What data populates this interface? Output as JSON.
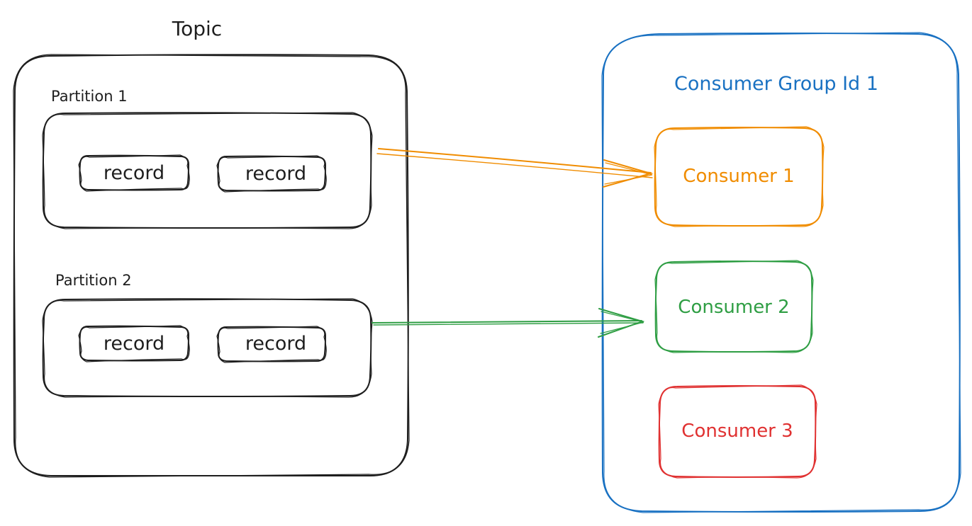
{
  "topic": {
    "title": "Topic",
    "partitions": [
      {
        "label": "Partition 1",
        "records": [
          "record",
          "record"
        ]
      },
      {
        "label": "Partition 2",
        "records": [
          "record",
          "record"
        ]
      }
    ]
  },
  "consumer_group": {
    "title": "Consumer Group Id 1",
    "consumers": [
      {
        "label": "Consumer 1",
        "color": "#f08c00"
      },
      {
        "label": "Consumer 2",
        "color": "#2f9e44"
      },
      {
        "label": "Consumer 3",
        "color": "#e03131"
      }
    ]
  },
  "colors": {
    "ink": "#1e1e1e",
    "group": "#1971c2",
    "arrow1": "#f08c00",
    "arrow2": "#2f9e44"
  }
}
